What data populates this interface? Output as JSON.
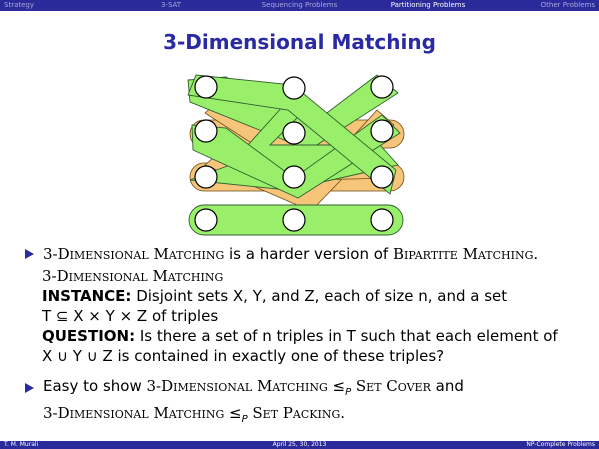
{
  "nav": {
    "items": [
      "Strategy",
      "3-SAT",
      "Sequencing Problems",
      "Partitioning Problems",
      "Other Problems"
    ],
    "active_index": 3
  },
  "title": "3-Dimensional Matching",
  "colors": {
    "nav_bg": "#2a2a9a",
    "title": "#2a2aa4",
    "green": "#99ef6a",
    "orange": "#f6c57a",
    "edge": "#2f5f2f"
  },
  "bullet1": {
    "prefix": "3-Dimensional Matching",
    "middle": " is a harder version of ",
    "suffix": "Bipartite Matching."
  },
  "definition": {
    "name": "3-Dimensional Matching",
    "instance_label": "INSTANCE:",
    "instance_text_1": " Disjoint sets X, Y, and Z, each of size n, and a set",
    "instance_text_2": "T ⊆ X × Y × Z of triples",
    "question_label": "QUESTION:",
    "question_text_1": " Is there a set of n triples in T such that each element of",
    "question_text_2": "X ∪ Y ∪ Z is contained in exactly one of these triples?"
  },
  "bullet2": {
    "line1_a": "Easy to show ",
    "line1_b": "3-Dimensional Matching",
    "line1_c": " ≤",
    "line1_sub": "P",
    "line1_d": " Set Cover",
    "line1_e": " and",
    "line2_a": "3-Dimensional Matching",
    "line2_b": " ≤",
    "line2_sub": "P",
    "line2_c": " Set Packing."
  },
  "footer": {
    "left": "T. M. Murali",
    "center": "April 25, 30, 2013",
    "right": "NP-Complete Problems"
  }
}
